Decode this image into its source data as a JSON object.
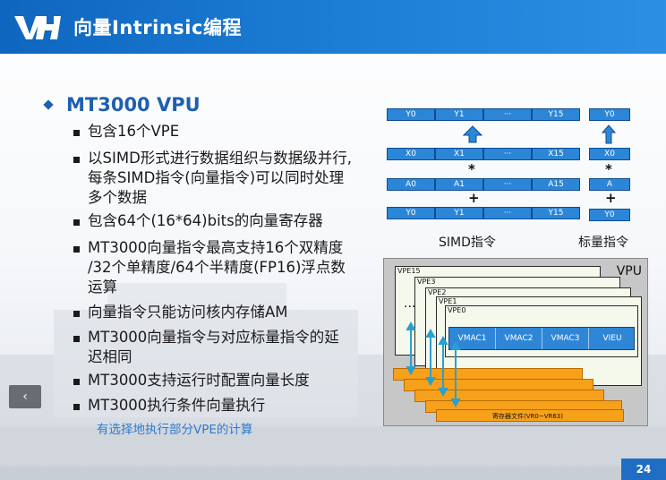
{
  "header": {
    "title": "向量Intrinsic编程",
    "brand_color": "#1874cf"
  },
  "content": {
    "main_bullet": "MT3000 VPU",
    "items": [
      {
        "lines": [
          "包含16个VPE"
        ]
      },
      {
        "lines": [
          "以SIMD形式进行数据组织与数据级并行,",
          "每条SIMD指令(向量指令)可以同时处理",
          "多个数据"
        ]
      },
      {
        "lines": [
          "包含64个(16*64)bits的向量寄存器"
        ]
      },
      {
        "lines": [
          "MT3000向量指令最高支持16个双精度",
          "/32个单精度/64个半精度(FP16)浮点数",
          "运算"
        ]
      },
      {
        "lines": [
          "向量指令只能访问核内存储AM"
        ]
      },
      {
        "lines": [
          "MT3000向量指令与对应标量指令的延",
          "迟相同"
        ]
      },
      {
        "lines": [
          "MT3000支持运行时配置向量长度"
        ]
      },
      {
        "lines": [
          "MT3000执行条件向量执行"
        ]
      }
    ],
    "sub_note": "有选择地执行部分VPE的计算"
  },
  "simd_diagram": {
    "rows": [
      [
        "Y0",
        "Y1",
        "···",
        "Y15"
      ],
      [
        "X0",
        "X1",
        "···",
        "X15"
      ],
      [
        "A0",
        "A1",
        "···",
        "A15"
      ],
      [
        "Y0",
        "Y1",
        "···",
        "Y15"
      ]
    ],
    "ops": [
      "*",
      "+"
    ],
    "label": "SIMD指令"
  },
  "scalar_diagram": {
    "cells": [
      "Y0",
      "X0",
      "A",
      "Y0"
    ],
    "ops": [
      "*",
      "+"
    ],
    "label": "标量指令"
  },
  "vpu_diagram": {
    "label": "VPU",
    "vpes": [
      "VPE15",
      "VPE3",
      "VPE2",
      "VPE1",
      "VPE0"
    ],
    "units": [
      "VMAC1",
      "VMAC2",
      "VMAC3",
      "VIEU"
    ],
    "ellipsis": "···",
    "register_label": "寄存器文件(VR0~VR63)",
    "unit_color": "#2f86d6",
    "register_color": "#f7a11a"
  },
  "footer": {
    "page_number": "24",
    "prev_glyph": "‹"
  }
}
